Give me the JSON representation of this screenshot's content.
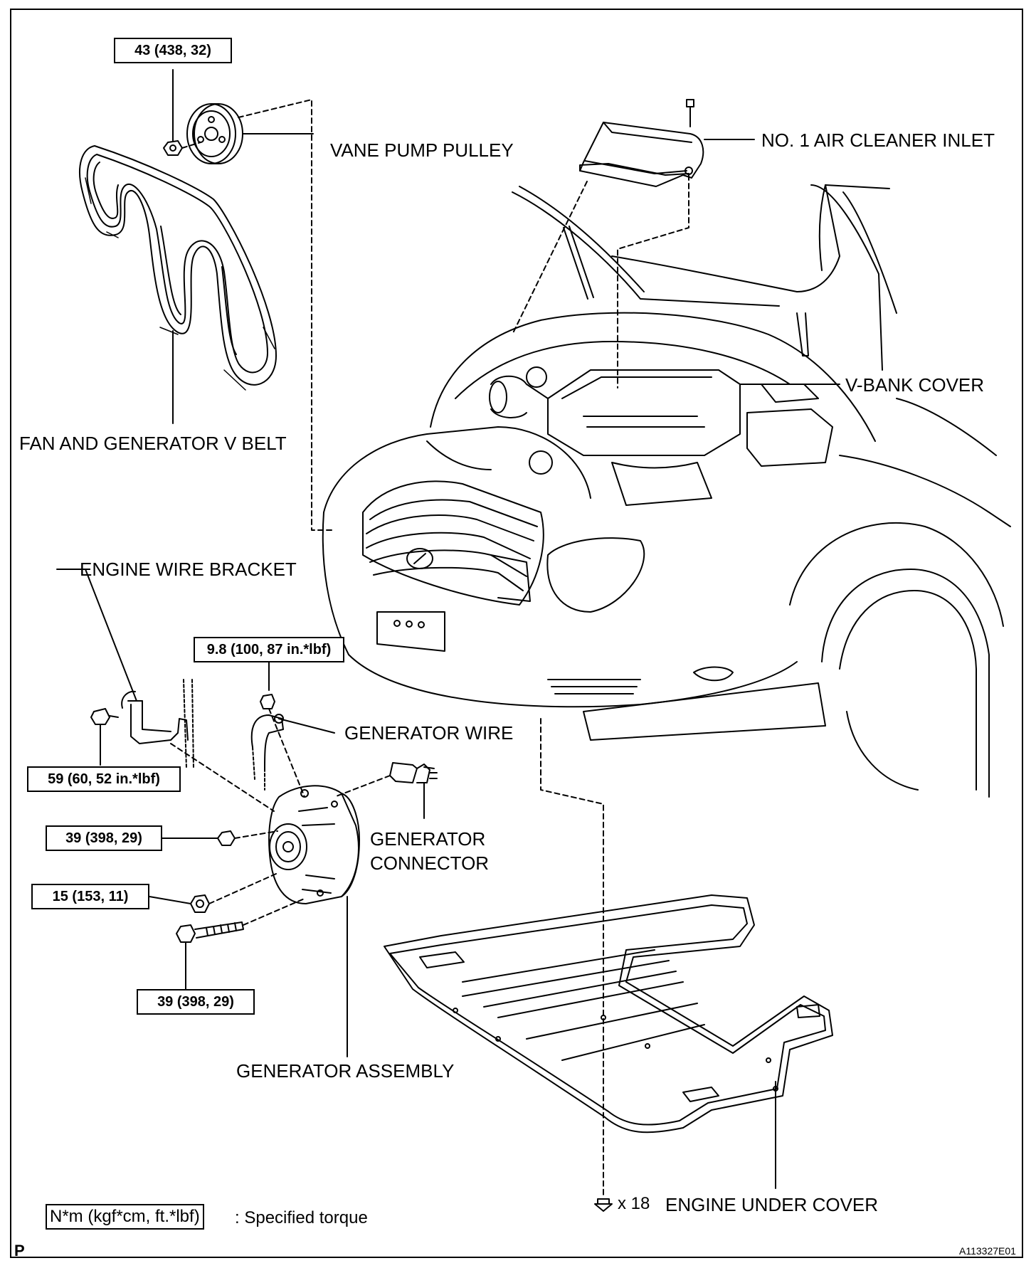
{
  "components": {
    "vane_pump_pulley": "VANE PUMP PULLEY",
    "air_cleaner_inlet": "NO. 1 AIR CLEANER INLET",
    "v_bank_cover": "V-BANK COVER",
    "fan_belt": "FAN AND GENERATOR V BELT",
    "engine_wire_bracket": "ENGINE WIRE BRACKET",
    "generator_wire": "GENERATOR WIRE",
    "generator_connector_line1": "GENERATOR",
    "generator_connector_line2": "CONNECTOR",
    "generator_assembly": "GENERATOR ASSEMBLY",
    "engine_under_cover": "ENGINE UNDER COVER",
    "fastener_count": "x 18"
  },
  "torques": {
    "pulley_nut": "43 (438, 32)",
    "generator_wire_nut": "9.8 (100, 87 in.*lbf)",
    "bracket_bolt": "59 (60, 52 in.*lbf)",
    "generator_nut_upper": "39 (398, 29)",
    "generator_nut_lower": "15 (153, 11)",
    "generator_long_bolt": "39 (398, 29)"
  },
  "legend": {
    "unit_box": "N*m (kgf*cm, ft.*lbf)",
    "description": ": Specified torque"
  },
  "footer": {
    "left_mark": "P",
    "figure_id": "A113327E01"
  }
}
